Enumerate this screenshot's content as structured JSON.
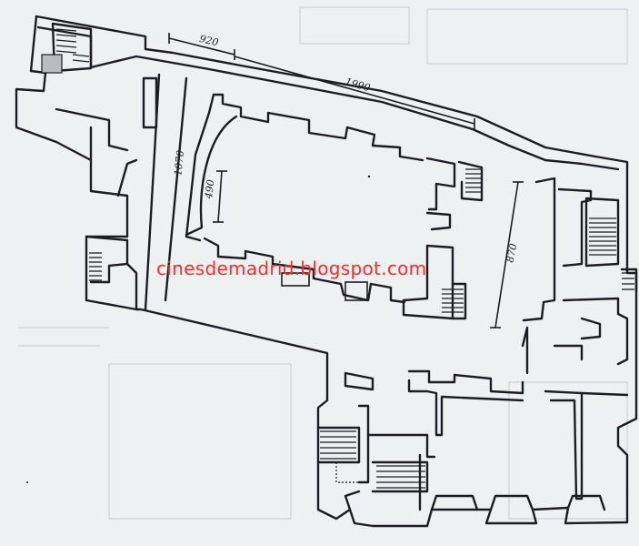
{
  "watermark": {
    "text": "cinesdemadrid.blogspot.com",
    "color": "#ff2a2a"
  },
  "dimensions": [
    {
      "id": "dim-920",
      "label": "920"
    },
    {
      "id": "dim-1990",
      "label": "1990"
    },
    {
      "id": "dim-1070",
      "label": "1070"
    },
    {
      "id": "dim-490",
      "label": "490"
    },
    {
      "id": "dim-870",
      "label": "870"
    }
  ],
  "colors": {
    "ink": "#1b1d22",
    "paper": "#eef1f2"
  }
}
